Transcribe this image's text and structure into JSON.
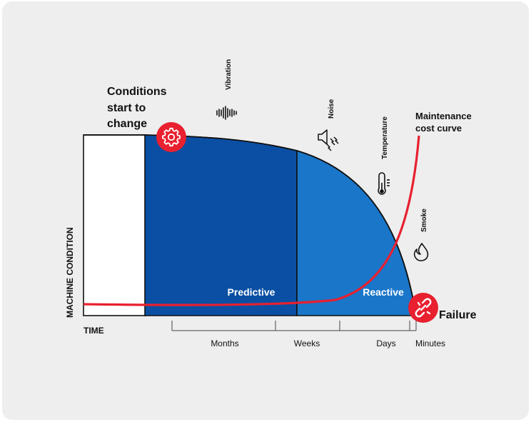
{
  "labels": {
    "conditions_start": [
      "Conditions",
      "start to",
      "change"
    ],
    "vibration": "Vibration",
    "noise": "Noise",
    "temperature": "Temperature",
    "smoke": "Smoke",
    "maintenance_curve": [
      "Maintenance",
      "cost curve"
    ],
    "predictive": "Predictive",
    "reactive": "Reactive",
    "failure": "Failure",
    "y_axis": "MACHINE CONDITION",
    "x_axis": "TIME",
    "time_scale": [
      "Months",
      "Weeks",
      "Days",
      "Minutes"
    ]
  },
  "icons": {
    "gear": "gear-icon",
    "vibration": "waveform-icon",
    "noise": "speaker-icon",
    "temperature": "thermometer-icon",
    "smoke": "flame-icon",
    "failure": "broken-link-icon"
  },
  "colors": {
    "card_bg": "#eeeeee",
    "predictive": "#0a4fa3",
    "reactive": "#1a76c9",
    "maintenance_curve": "#e8202f",
    "icon_badge": "#e8202f",
    "text": "#111111",
    "label_on_blue": "#ffffff"
  }
}
